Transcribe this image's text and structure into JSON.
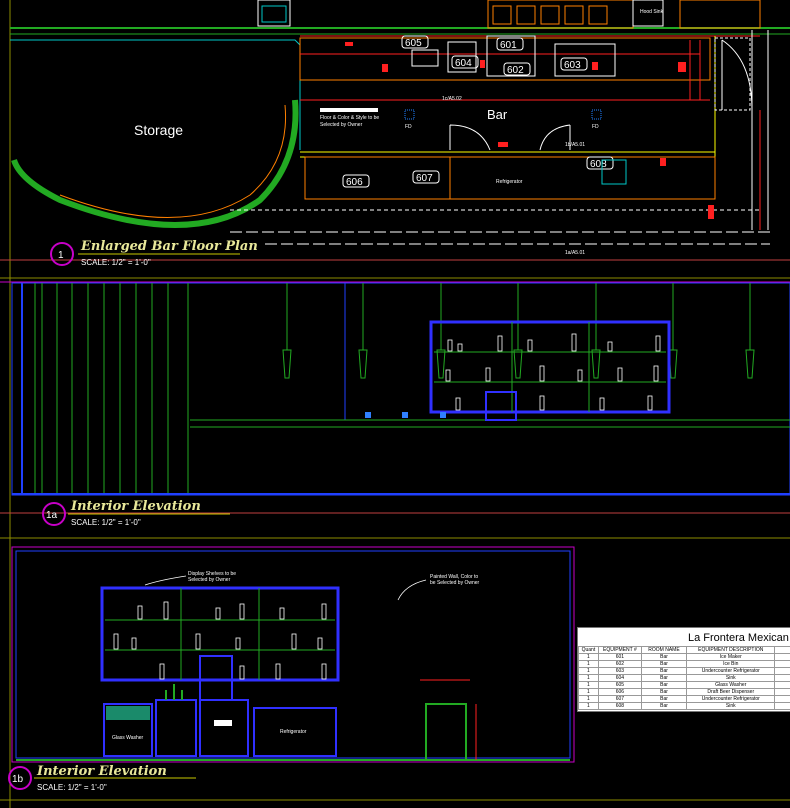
{
  "plan": {
    "storage_label": "Storage",
    "bar_label": "Bar",
    "hood_sink_label": "Hood\nSink",
    "floor_note_line1": "Floor & Color & Style to be",
    "floor_note_line2": "Selected by Owner",
    "fd_label": "FD",
    "section_ref_top": "1c/A5.02",
    "section_ref_mid": "1b/A5.01",
    "section_ref_bottom": "1a/A5.01",
    "tags": [
      {
        "num": "605",
        "desc": "Glass\nWasher"
      },
      {
        "num": "604",
        "desc": "Sink"
      },
      {
        "num": "601",
        "desc": "Ice\nMaker"
      },
      {
        "num": "602",
        "desc": ""
      },
      {
        "num": "603",
        "desc": "Refrigerator"
      },
      {
        "num": "606",
        "desc": "Beer\nDispenser"
      },
      {
        "num": "607",
        "desc": ""
      },
      {
        "num": "608",
        "desc": "Sink"
      }
    ],
    "refrigerator_label": "Refrigerator"
  },
  "views": [
    {
      "number": "1",
      "title": "Enlarged Bar Floor Plan",
      "scale": "SCALE:  1/2\"  =  1'-0\""
    },
    {
      "number": "1a",
      "title": "Interior Elevation",
      "scale": "SCALE:  1/2\"  =  1'-0\""
    },
    {
      "number": "1b",
      "title": "Interior Elevation",
      "scale": "SCALE:  1/2\"  =  1'-0\""
    }
  ],
  "elevation_1b": {
    "note_shelves_1": "Display Shelves to be",
    "note_shelves_2": "Selected by Owner",
    "note_wall_1": "Painted Wall, Color to",
    "note_wall_2": "be Selected by Owner",
    "glass_washer_label": "Glass Washer",
    "refrigerator_label": "Refrigerator"
  },
  "schedule": {
    "title": "La Frontera Mexican Re",
    "columns": [
      "Quant",
      "EQUIPMENT #",
      "ROOM NAME",
      "EQUIPMENT DESCRIPTION",
      ""
    ],
    "rows": [
      [
        "1",
        "601",
        "Bar",
        "Ice Maker",
        ""
      ],
      [
        "1",
        "602",
        "Bar",
        "Ice Bin",
        ""
      ],
      [
        "1",
        "603",
        "Bar",
        "Undercounter Refrigerator",
        ""
      ],
      [
        "1",
        "604",
        "Bar",
        "Sink",
        ""
      ],
      [
        "1",
        "605",
        "Bar",
        "Glass Washer",
        ""
      ],
      [
        "1",
        "606",
        "Bar",
        "Draft Beer Dispenser",
        ""
      ],
      [
        "1",
        "607",
        "Bar",
        "Undercounter Refrigerator",
        ""
      ],
      [
        "1",
        "608",
        "Bar",
        "Sink",
        ""
      ]
    ]
  },
  "colors": {
    "background": "#000000",
    "magenta": "#c800c8",
    "yellow_frame": "#8c8c00",
    "green_wall": "#22aa22",
    "red_dim": "#ff2020",
    "blue_shelf": "#3030ff",
    "title_yellow": "#e8e89a"
  }
}
